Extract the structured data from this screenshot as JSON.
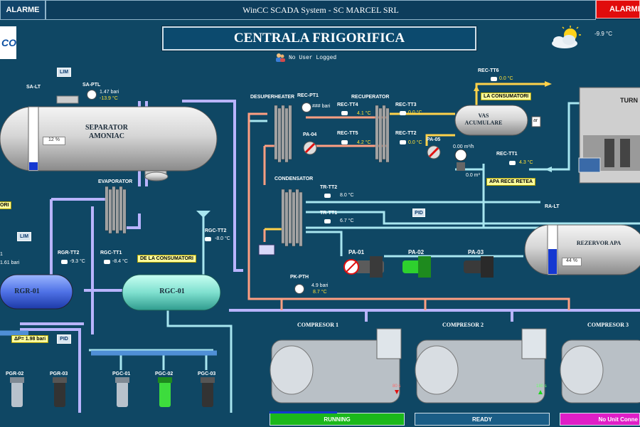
{
  "header": {
    "alarm_left": "ALARME",
    "system_title": "WinCC SCADA System  -  SC MARCEL SRL",
    "alarm_right": "ALARME",
    "logo_text": "CO",
    "main_title": "CENTRALA FRIGORIFICA",
    "user_status": "No User Logged",
    "outdoor_temp": "-9.9  °C"
  },
  "separator": {
    "title_line1": "SEPARATOR",
    "title_line2": "AMONIAC",
    "level_pct": "12 %",
    "level_label": "SA-LT",
    "lim": "LIM",
    "ptl_label": "SA-PTL",
    "ptl_pressure": "1.47 bari",
    "ptl_temp": "-13.9 °C"
  },
  "evaporator": {
    "label": "EVAPORATOR"
  },
  "rgr": {
    "name": "RGR-01",
    "lim": "LIM",
    "pressure": "1.61 bari",
    "side_label_a": "1",
    "tt2_label": "RGR-TT2",
    "tt2_value": "-9.3 °C",
    "dp": "ΔP= 1.98 bari",
    "pid": "PID"
  },
  "rgc": {
    "name": "RGC-01",
    "tt1_label": "RGC-TT1",
    "tt1_value": "-8.4 °C",
    "tt2_label": "RGC-TT2",
    "tt2_value": "-8.0 °C",
    "from_consumers": "DE LA CONSUMATORI"
  },
  "left_tag": "ORI",
  "pumps_left": [
    {
      "label": "PGR-02"
    },
    {
      "label": "PGR-03"
    },
    {
      "label": "PGC-01"
    },
    {
      "label": "PGC-02"
    },
    {
      "label": "PGC-03"
    }
  ],
  "recovery": {
    "desuperheater": "DESUPERHEATER",
    "recuperator": "RECUPERATOR",
    "pt1_label": "REC-PT1",
    "pt1_value": "### bari",
    "tt4_label": "REC-TT4",
    "tt4_value": "4.1 °C",
    "tt3_label": "REC-TT3",
    "tt3_value": "0.0 °C",
    "tt5_label": "REC-TT5",
    "tt5_value": "4.2 °C",
    "tt2_label": "REC-TT2",
    "tt2_value": "0.0 °C",
    "tt6_label": "REC-TT6",
    "tt6_value": "0.0 °C",
    "tt1_label": "REC-TT1",
    "tt1_value": "4.3 °C",
    "pa04": "PA-04",
    "pa05": "PA-05",
    "flow_rate": "0.00 m³/h",
    "flow_total": "0.0 m³",
    "to_consumers": "LA CONSUMATORI",
    "cold_water": "APA RECE RETEA",
    "vas_line1": "VAS",
    "vas_line2": "ACUMULARE",
    "vas_side": "ar"
  },
  "condenser": {
    "label": "CONDENSATOR",
    "tt2_label": "TR-TT2",
    "tt2_value": "8.0 °C",
    "tt1_label": "TR-TT1",
    "tt1_value": "6.7 °C",
    "pid": "PID",
    "pth_label": "PK-PTH",
    "pth_pressure": "4.9 bari",
    "pth_temp": "8.7 °C"
  },
  "pumps_water": [
    {
      "label": "PA-01"
    },
    {
      "label": "PA-02"
    },
    {
      "label": "PA-03"
    }
  ],
  "water_tank": {
    "label": "REZERVOR APA",
    "level_label": "RA-LT",
    "level_pct": "44 %"
  },
  "tower": {
    "label": "TURN"
  },
  "compressors": [
    {
      "label": "COMPRESOR 1",
      "status": "RUNNING",
      "status_color": "#1bb81b",
      "value": "80 s"
    },
    {
      "label": "COMPRESOR 2",
      "status": "READY",
      "status_color": "#1a5d86",
      "value": "180 s"
    },
    {
      "label": "COMPRESOR 3",
      "status": "No Unit Conne",
      "status_color": "#e01ec7",
      "value": ""
    }
  ]
}
